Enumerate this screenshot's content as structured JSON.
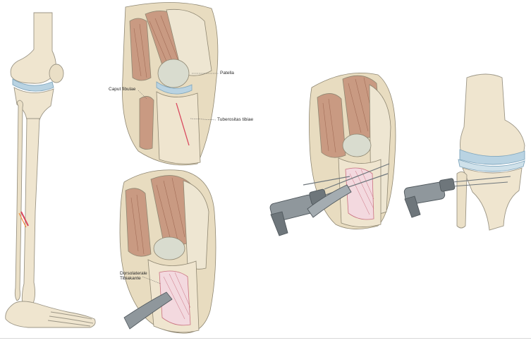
{
  "labels": {
    "patella": "Patella",
    "caput_fibulae": "Caput fibulae",
    "tuberositas_tibiae": "Tuberositas tibiae",
    "dorsolaterale_line1": "Dorsolaterale",
    "dorsolaterale_line2": "Tibiakante"
  },
  "colors": {
    "bone": "#efe5cf",
    "bone_outline": "#9b9585",
    "cartilage": "#b9d3e2",
    "muscle": "#c99a82",
    "muscle_stripe": "#a36e58",
    "tendon": "#eee6d2",
    "tissue_bg": "#e8dcc0",
    "incision": "#d9485e",
    "instrument": "#8f979c",
    "instrument_dark": "#4f575c"
  }
}
